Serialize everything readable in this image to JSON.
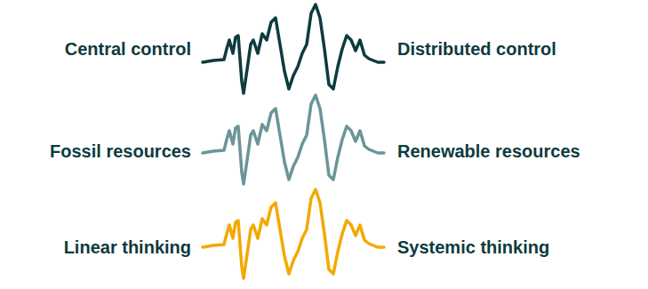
{
  "diagram": {
    "labels": [
      "Central control",
      "Distributed control",
      "Fossil resources",
      "Renewable resources",
      "Linear thinking",
      "Systemic thinking"
    ]
  }
}
